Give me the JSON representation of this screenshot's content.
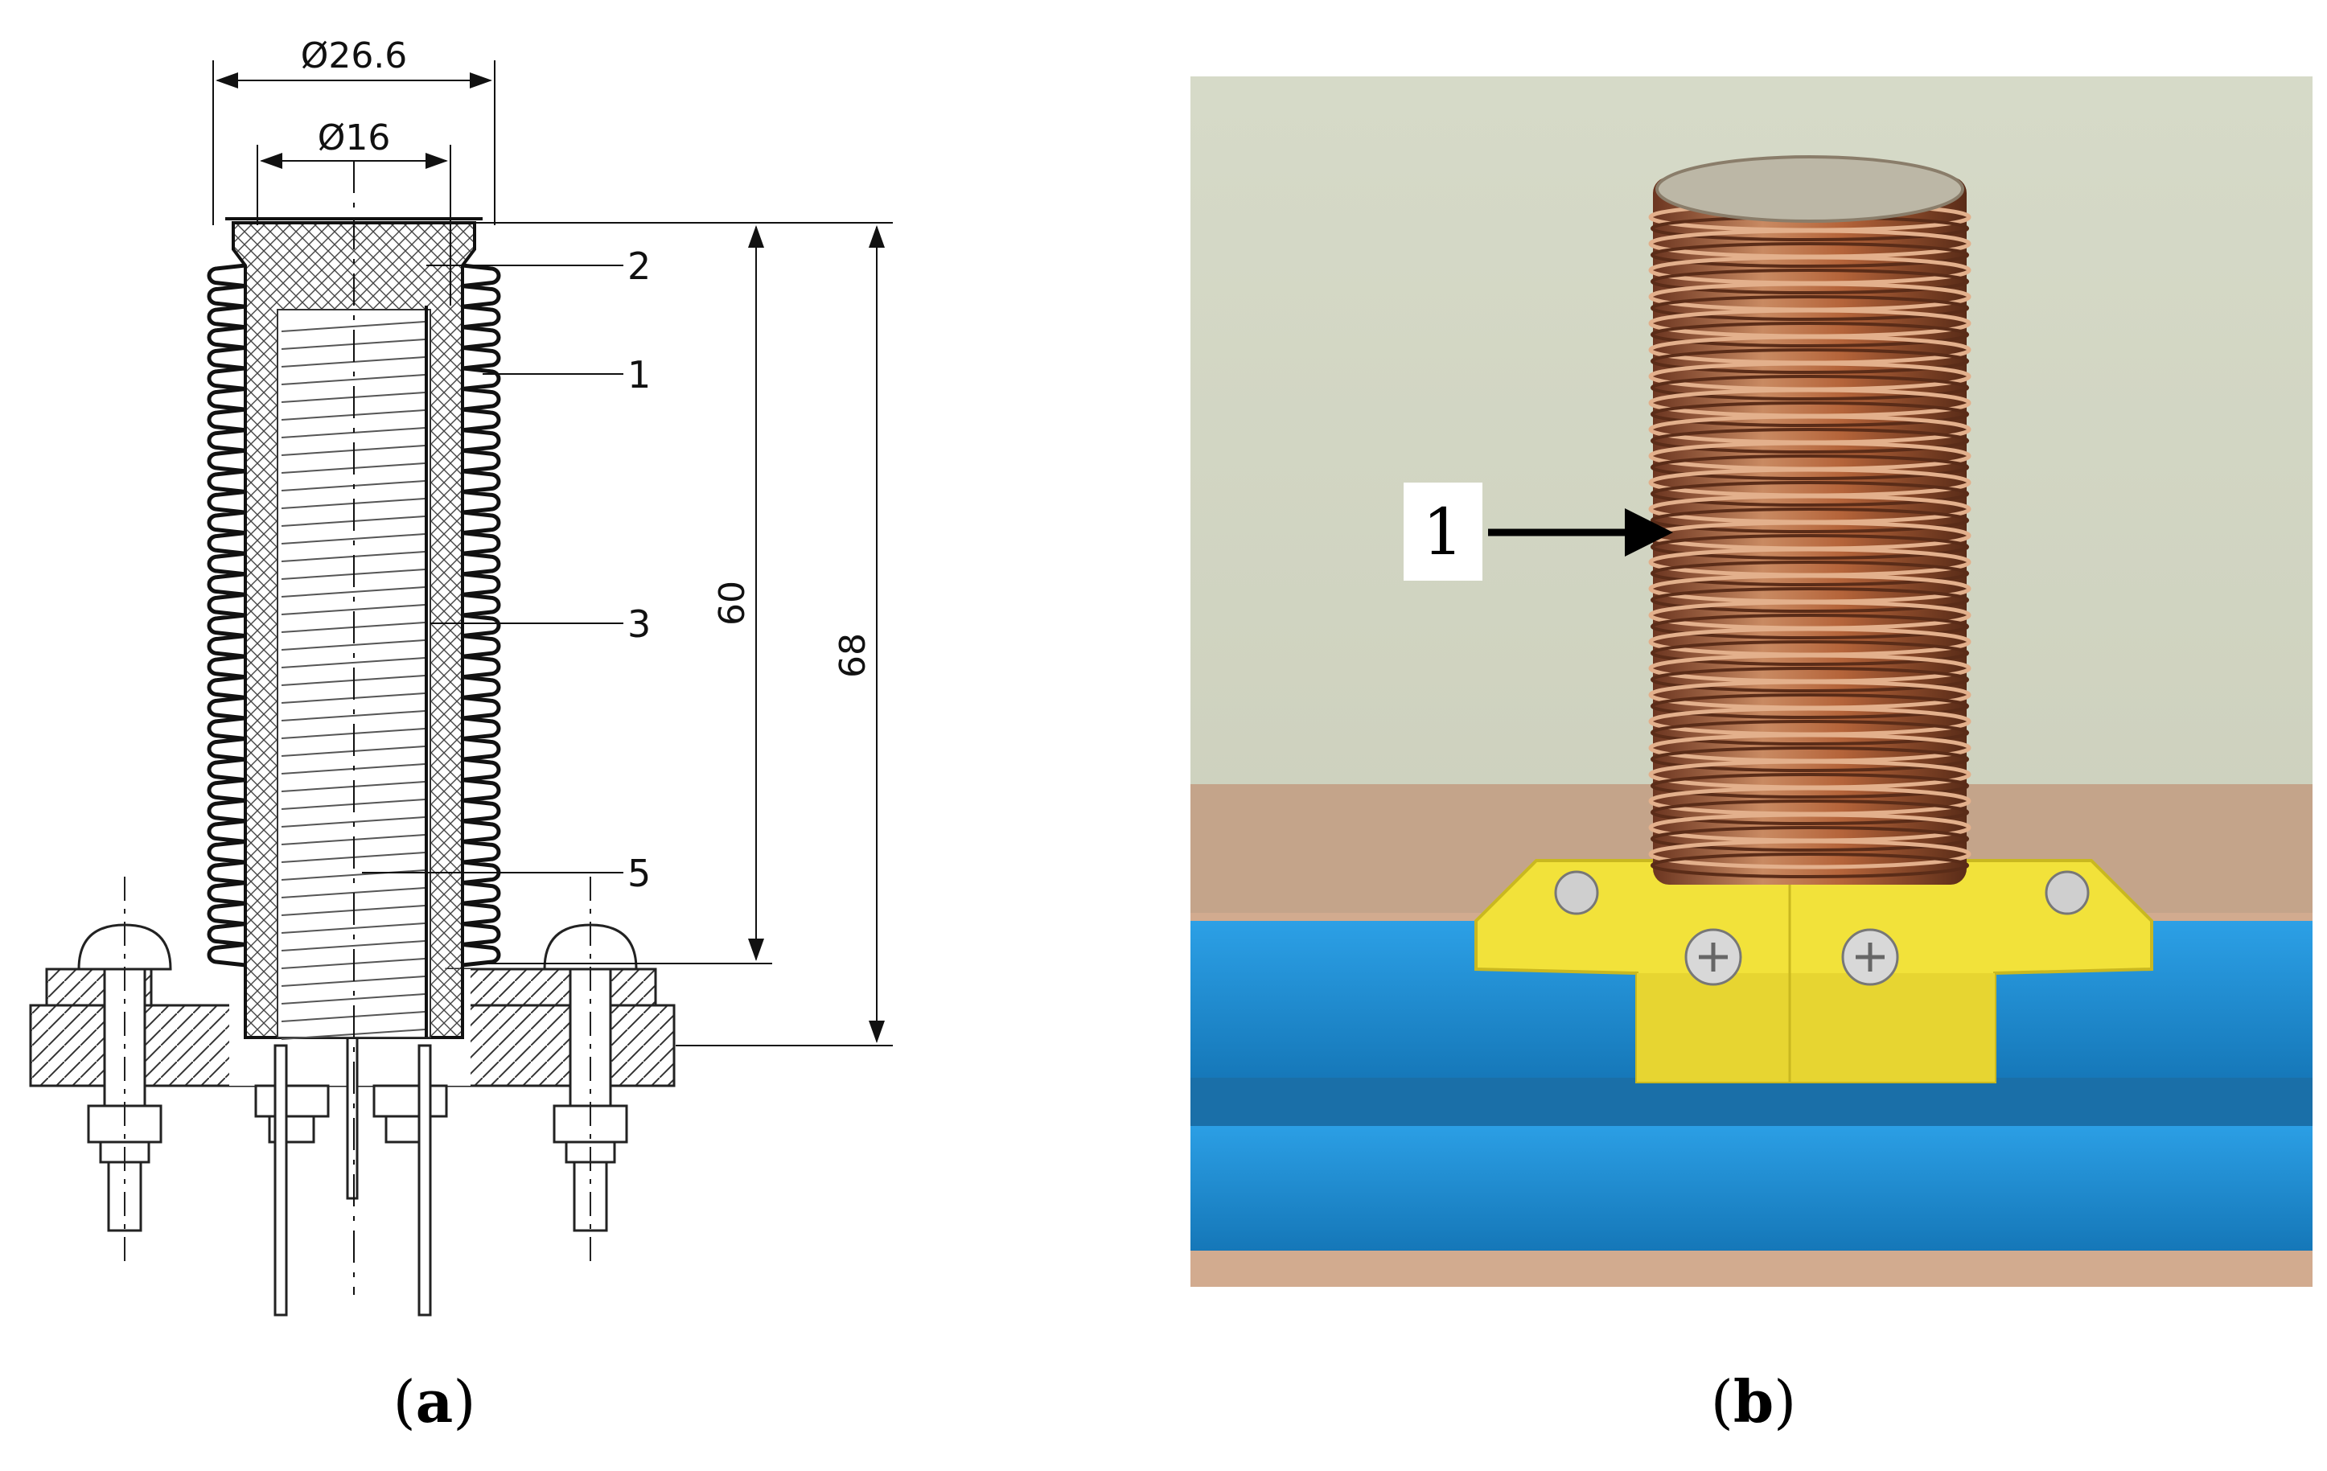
{
  "panel_a": {
    "dimensions": {
      "outer_diameter": "Ø26.6",
      "inner_diameter": "Ø16",
      "height_inner": "60",
      "height_total": "68"
    },
    "part_labels": [
      "2",
      "1",
      "3",
      "5"
    ],
    "caption_paren_open": "(",
    "caption_letter": "a",
    "caption_paren_close": ")"
  },
  "panel_b": {
    "arrow_label": "1",
    "caption_paren_open": "(",
    "caption_letter": "b",
    "caption_paren_close": ")"
  },
  "colors": {
    "copper": "#b5643a",
    "yellow_base": "#f2e23a",
    "blue_rail": "#1f8fd6",
    "wall": "#d9dcc9",
    "table": "#c79a7a"
  }
}
